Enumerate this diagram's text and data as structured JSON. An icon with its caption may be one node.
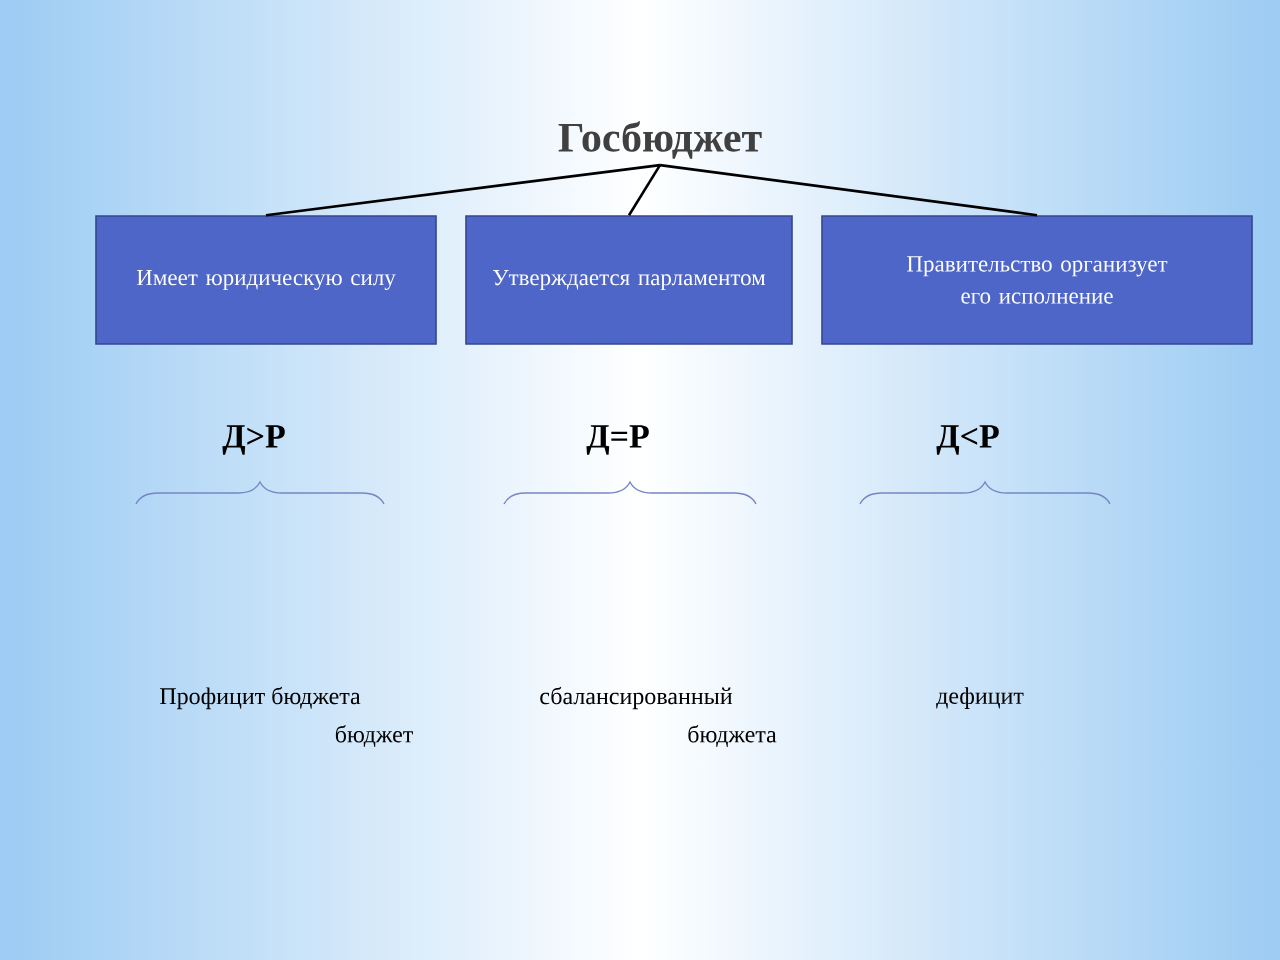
{
  "diagram": {
    "nodes": [
      {
        "text": [
          "Госбюджет"
        ]
      },
      {
        "text": [
          "Имеет юридическую силу"
        ]
      },
      {
        "text": [
          "Утверждается парламентом"
        ]
      },
      {
        "text": [
          "Правительство организует его исполнение"
        ]
      }
    ],
    "edges": [
      {
        "from": 0,
        "to": 1,
        "arrow": "none"
      },
      {
        "from": 0,
        "to": 2,
        "arrow": "none"
      },
      {
        "from": 0,
        "to": 3,
        "arrow": "none"
      }
    ],
    "labels": [
      "Д>Р",
      "Д=Р",
      "Д<Р",
      "Профицит бюджета",
      "сбалансированный",
      "дефицит",
      "бюджет",
      "бюджета"
    ]
  }
}
